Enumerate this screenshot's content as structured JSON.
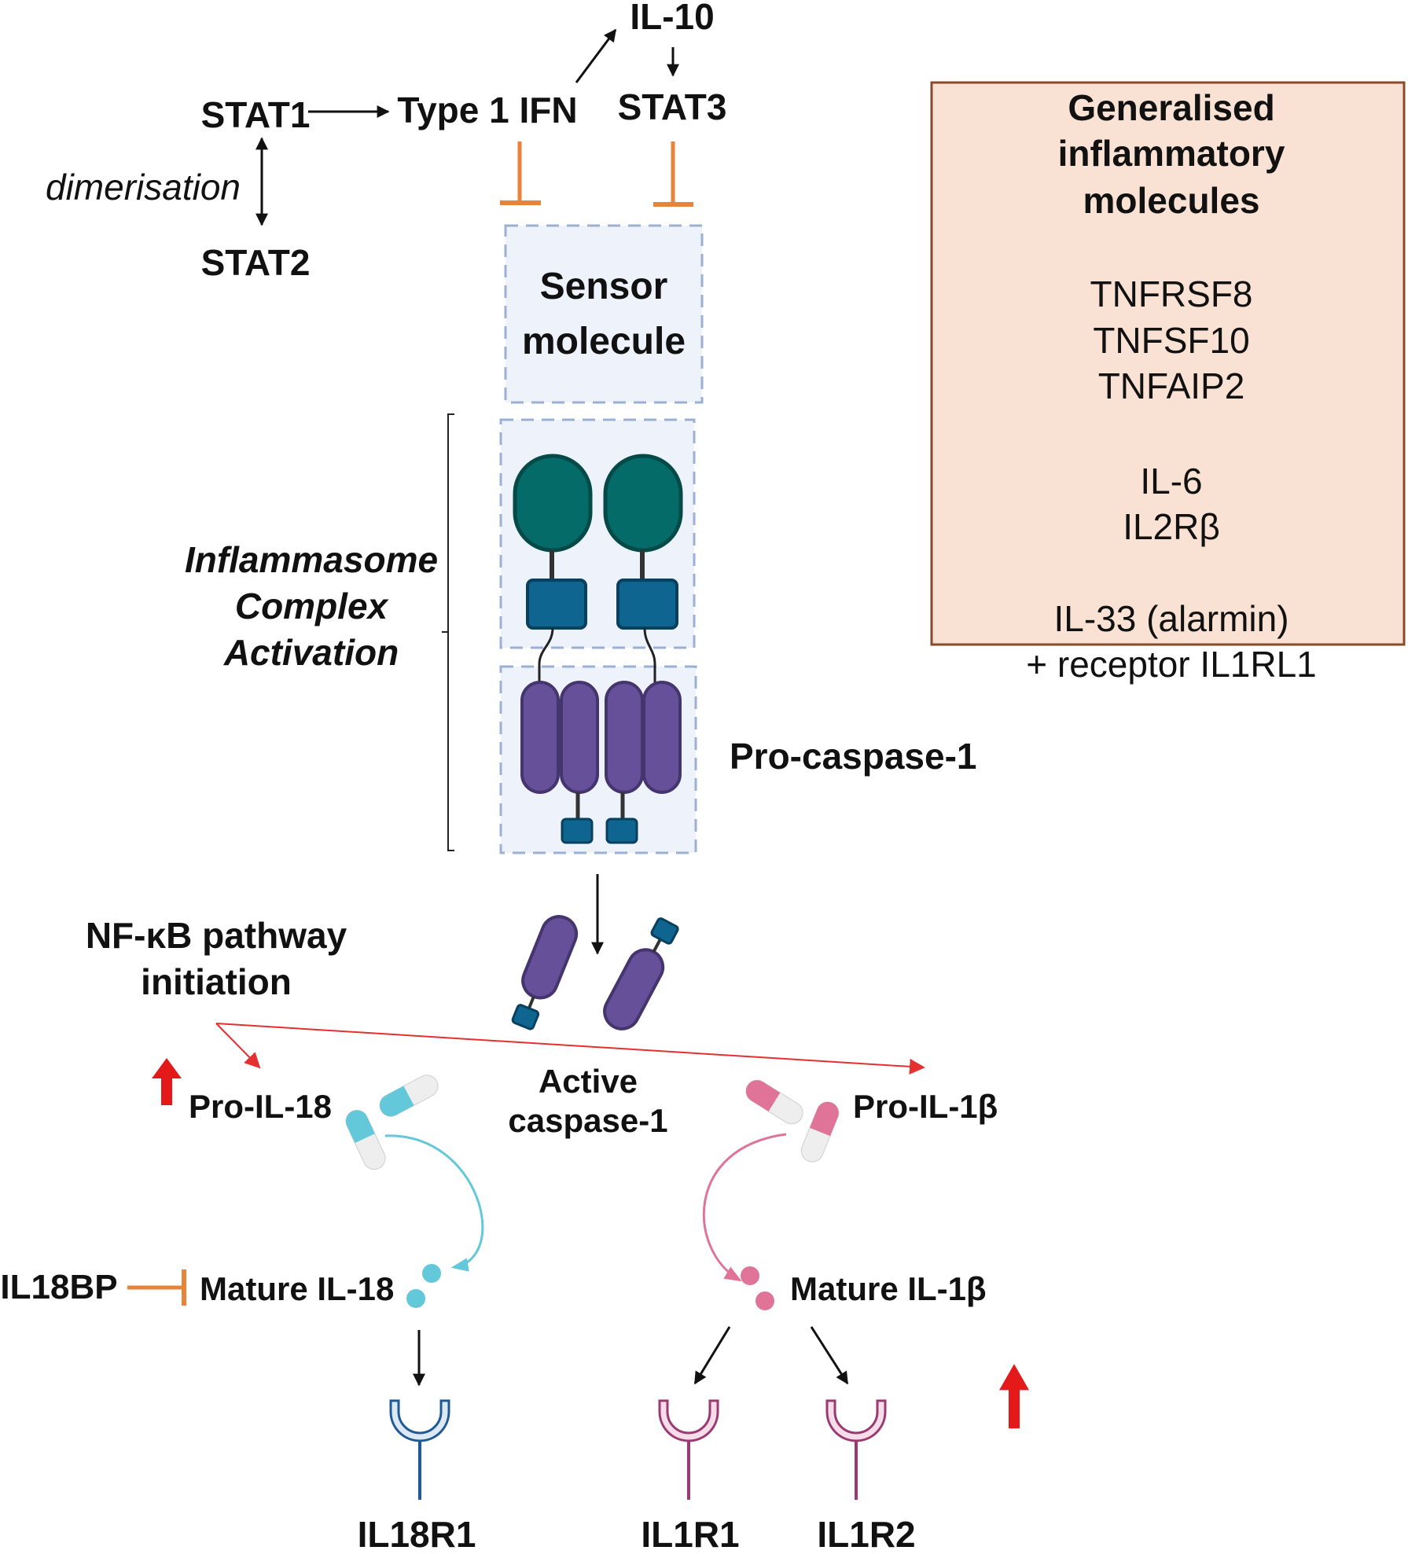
{
  "labels": {
    "stat1": "STAT1",
    "stat2": "STAT2",
    "dimerisation": "dimerisation",
    "type1ifn": "Type 1 IFN",
    "il10": "IL-10",
    "stat3": "STAT3",
    "sensor_line1": "Sensor",
    "sensor_line2": "molecule",
    "inflam_line1": "Inflammasome",
    "inflam_line2": "Complex",
    "inflam_line3": "Activation",
    "pro_caspase": "Pro-caspase-1",
    "nfkb_line1": "NF-κB pathway",
    "nfkb_line2": "initiation",
    "active_line1": "Active",
    "active_line2": "caspase-1",
    "pro_il18": "Pro-IL-18",
    "pro_il1b": "Pro-IL-1β",
    "mature_il18": "Mature IL-18",
    "mature_il1b": "Mature IL-1β",
    "il18bp": "IL18BP",
    "il18r1": "IL18R1",
    "il1r1": "IL1R1",
    "il1r2": "IL1R2"
  },
  "box": {
    "title_line1": "Generalised",
    "title_line2": "inflammatory",
    "title_line3": "molecules",
    "items": [
      "TNFRSF8",
      "TNFSF10",
      "TNFAIP2",
      "IL-6",
      "IL2Rβ",
      "IL-33 (alarmin)",
      "+ receptor IL1RL1"
    ]
  },
  "colors": {
    "inhibit": "#e8833a",
    "nfkb_arrow": "#e53030",
    "up_arrow": "#e41a1a",
    "box_fill": "#f9e1d3",
    "box_stroke": "#8b4a2b",
    "dashed_box_fill": "#eef3fb",
    "dashed_box_stroke": "#9bb0d4",
    "sensor_green": "#056b68",
    "adaptor_blue": "#0d6590",
    "caspase_purple": "#66509a",
    "il18_cyan": "#63c8da",
    "il1b_pink": "#e07498",
    "il18_receptor": "#1f5a96",
    "il1_receptor": "#9b3a72"
  }
}
